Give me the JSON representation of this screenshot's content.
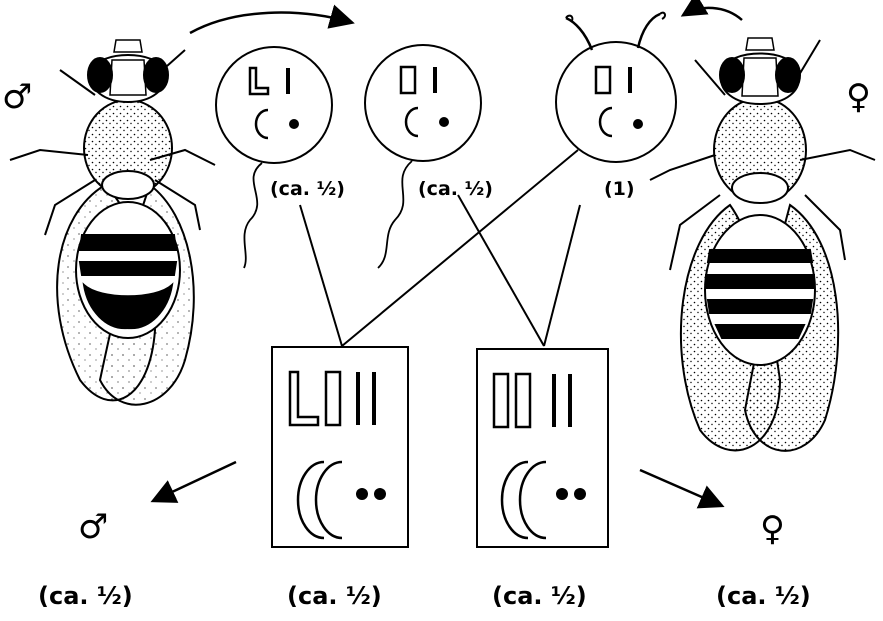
{
  "symbols": {
    "male": "♂",
    "female": "♀"
  },
  "gametes": {
    "sperm_x_fraction": "(ca. ½)",
    "sperm_y_fraction": "(ca. ½)",
    "egg_fraction": "(1)"
  },
  "offspring": {
    "fractions": [
      "(ca. ½)",
      "(ca. ½)",
      "(ca. ½)",
      "(ca. ½)"
    ]
  },
  "colors": {
    "ink": "#000000",
    "paper": "#ffffff"
  }
}
